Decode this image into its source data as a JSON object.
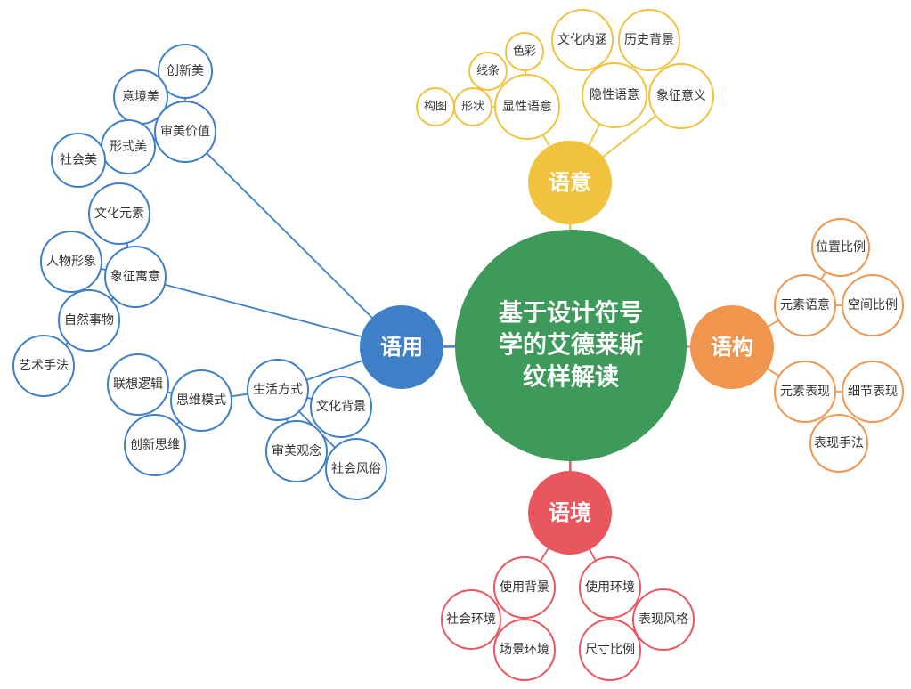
{
  "colors": {
    "center": "#3d9a5a",
    "yuyi": "#f0c23e",
    "yugou": "#f0954e",
    "yujing": "#e9575e",
    "yuyong": "#3f7fc8",
    "leaf_fill": "#ffffff",
    "background": "#ffffff"
  },
  "center": {
    "label": [
      "基于设计符号",
      "学的艾德莱斯",
      "纹样解读"
    ]
  },
  "branches": [
    {
      "key": "yuyi",
      "label": "语意",
      "leaves": [
        {
          "key": "xianxing",
          "label": "显性语意",
          "children": [
            "构图",
            "形状",
            "线条",
            "色彩"
          ]
        },
        {
          "key": "yinxing",
          "label": "隐性语意",
          "children": [
            "文化内涵",
            "历史背景"
          ]
        },
        {
          "key": "xiangzheng",
          "label": "象征意义",
          "children": []
        }
      ]
    },
    {
      "key": "yugou",
      "label": "语构",
      "leaves": [
        {
          "key": "yuansuyuyi",
          "label": "元素语意",
          "children": [
            "位置比例",
            "空间比例"
          ]
        },
        {
          "key": "yuansubiaoxian",
          "label": "元素表现",
          "children": [
            "细节表现",
            "表现手法"
          ]
        }
      ]
    },
    {
      "key": "yujing",
      "label": "语境",
      "leaves": [
        {
          "key": "shiyongbeijing",
          "label": "使用背景",
          "children": [
            "社会环境",
            "场景环境"
          ]
        },
        {
          "key": "shiyonghuanjing",
          "label": "使用环境",
          "children": [
            "表现风格",
            "尺寸比例"
          ]
        }
      ]
    },
    {
      "key": "yuyong",
      "label": "语用",
      "leaves": [
        {
          "key": "shenmeijiazhi",
          "label": "审美价值",
          "children": [
            "创新美",
            "意境美",
            "形式美",
            "社会美"
          ]
        },
        {
          "key": "xiangzhengyuyi",
          "label": "象征寓意",
          "children": [
            "文化元素",
            "人物形象",
            "自然事物",
            "艺术手法"
          ]
        },
        {
          "key": "shenghuofangshi",
          "label": "生活方式",
          "children": [
            "文化背景",
            "审美观念",
            "社会风俗",
            "思维模式",
            "联想逻辑",
            "创新思维"
          ]
        }
      ]
    }
  ]
}
